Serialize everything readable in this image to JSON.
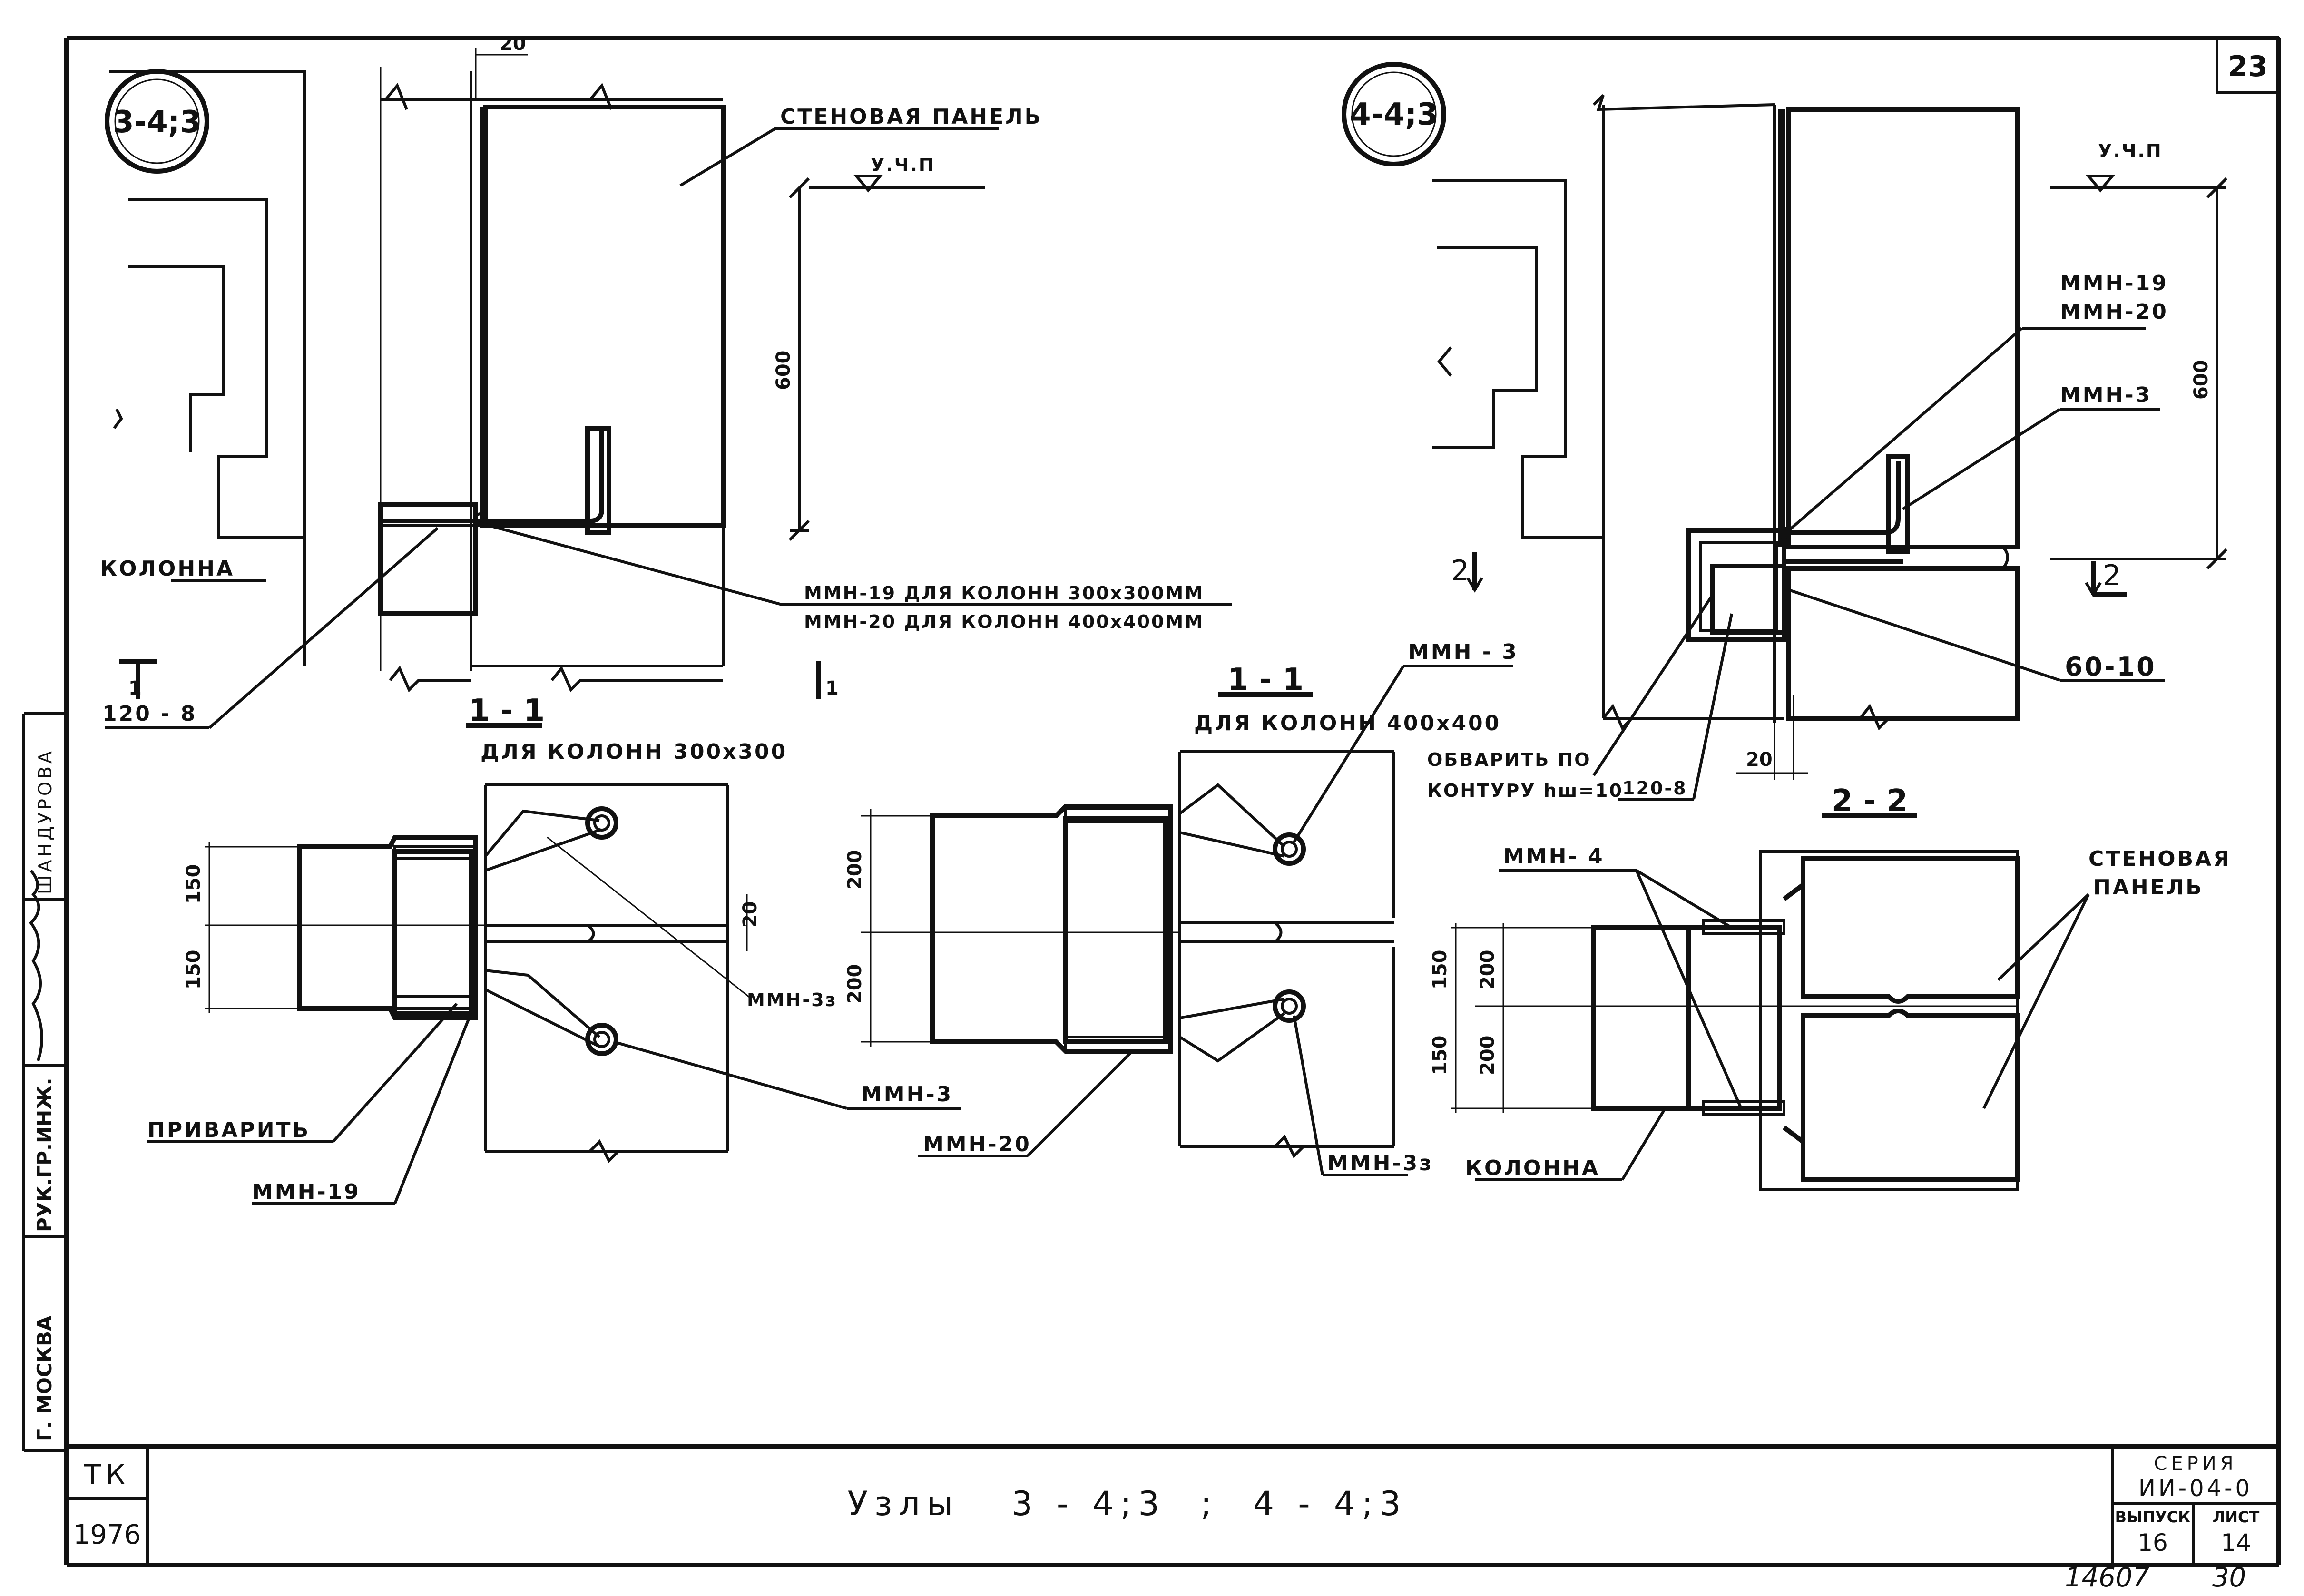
{
  "sheet_number": "23",
  "stamp": {
    "org": "ТК",
    "year": "1976",
    "title": "Узлы   3 - 4;3  ;  4 - 4;3",
    "series_label": "СЕРИЯ",
    "series_value": "ИИ-04-0",
    "issue_label": "ВЫПУСК",
    "issue_value": "16",
    "list_label": "ЛИСТ",
    "list_value": "14",
    "archive_number": "14607",
    "archive_page": "30"
  },
  "side_block": {
    "city": "Г. МОСКВА",
    "role": "РУК.ГР.ИНЖ.",
    "name": "ШАНДУРОВА"
  },
  "node_left": {
    "marker": "3-4;3",
    "wall_panel_label": "СТЕНОВАЯ ПАНЕЛЬ",
    "floor_level": "У.Ч.П",
    "column_label": "КОЛОННА",
    "dim_top": "20",
    "dim_height": "600",
    "callout_mmn19": "ММН-19 ДЛЯ КОЛОНН 300х300ММ",
    "callout_mmn20": "ММН-20 ДЛЯ КОЛОНН 400х400ММ",
    "part_120_8": "120 - 8",
    "section_mark": "1"
  },
  "node_right": {
    "marker": "4-4;3",
    "floor_level": "У.Ч.П",
    "dim_height": "600",
    "callout_mmn19": "ММН-19",
    "callout_mmn20": "ММН-20",
    "callout_mmn3": "ММН-3",
    "part_60_10": "60-10",
    "weld_note_1": "ОБВАРИТЬ ПО",
    "weld_note_2": "КОНТУРУ hш=10",
    "part_120_8": "120-8",
    "dim_bottom": "20",
    "section_mark": "2"
  },
  "section_1_300": {
    "title": "1 - 1",
    "subtitle": "ДЛЯ КОЛОНН 300х300",
    "dim_a": "150",
    "dim_b": "150",
    "dim_gap": "20",
    "label_mmn3z": "ММН-3з",
    "label_mmn3": "ММН-3",
    "label_weld": "ПРИВАРИТЬ",
    "label_mmn19": "ММН-19"
  },
  "section_1_400": {
    "title": "1 - 1",
    "subtitle": "ДЛЯ КОЛОНН 400х400",
    "dim_a": "200",
    "dim_b": "200",
    "label_mmn3": "ММН - 3",
    "label_mmn20": "ММН-20",
    "label_mmn3z": "ММН-3з"
  },
  "section_2": {
    "title": "2 - 2",
    "label_mmn4": "ММН- 4",
    "label_panel_1": "СТЕНОВАЯ",
    "label_panel_2": "ПАНЕЛЬ",
    "label_column": "КОЛОННА",
    "dim_a": "150",
    "dim_b": "150",
    "dim_c": "200",
    "dim_d": "200"
  }
}
